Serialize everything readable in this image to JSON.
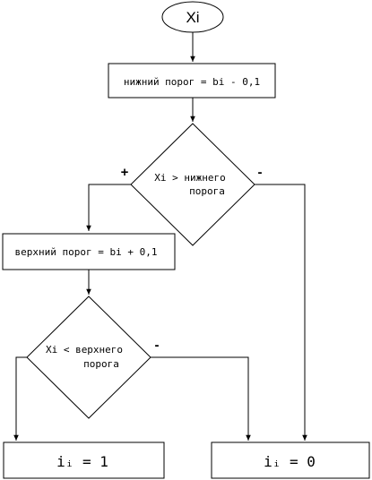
{
  "flowchart": {
    "start": {
      "label": "Xi"
    },
    "step_lower": {
      "label": "нижний порог = bi - 0,1"
    },
    "decision_lower": {
      "line1": "Xi > нижнего",
      "line2": "порога",
      "yes_label": "+",
      "no_label": "-"
    },
    "step_upper": {
      "label": "верхний порог = bi + 0,1"
    },
    "decision_upper": {
      "line1": "Xi < верхнего",
      "line2": "порога",
      "no_label": "-"
    },
    "result_one": {
      "label": "iᵢ = 1"
    },
    "result_zero": {
      "label": "iᵢ = 0"
    }
  }
}
